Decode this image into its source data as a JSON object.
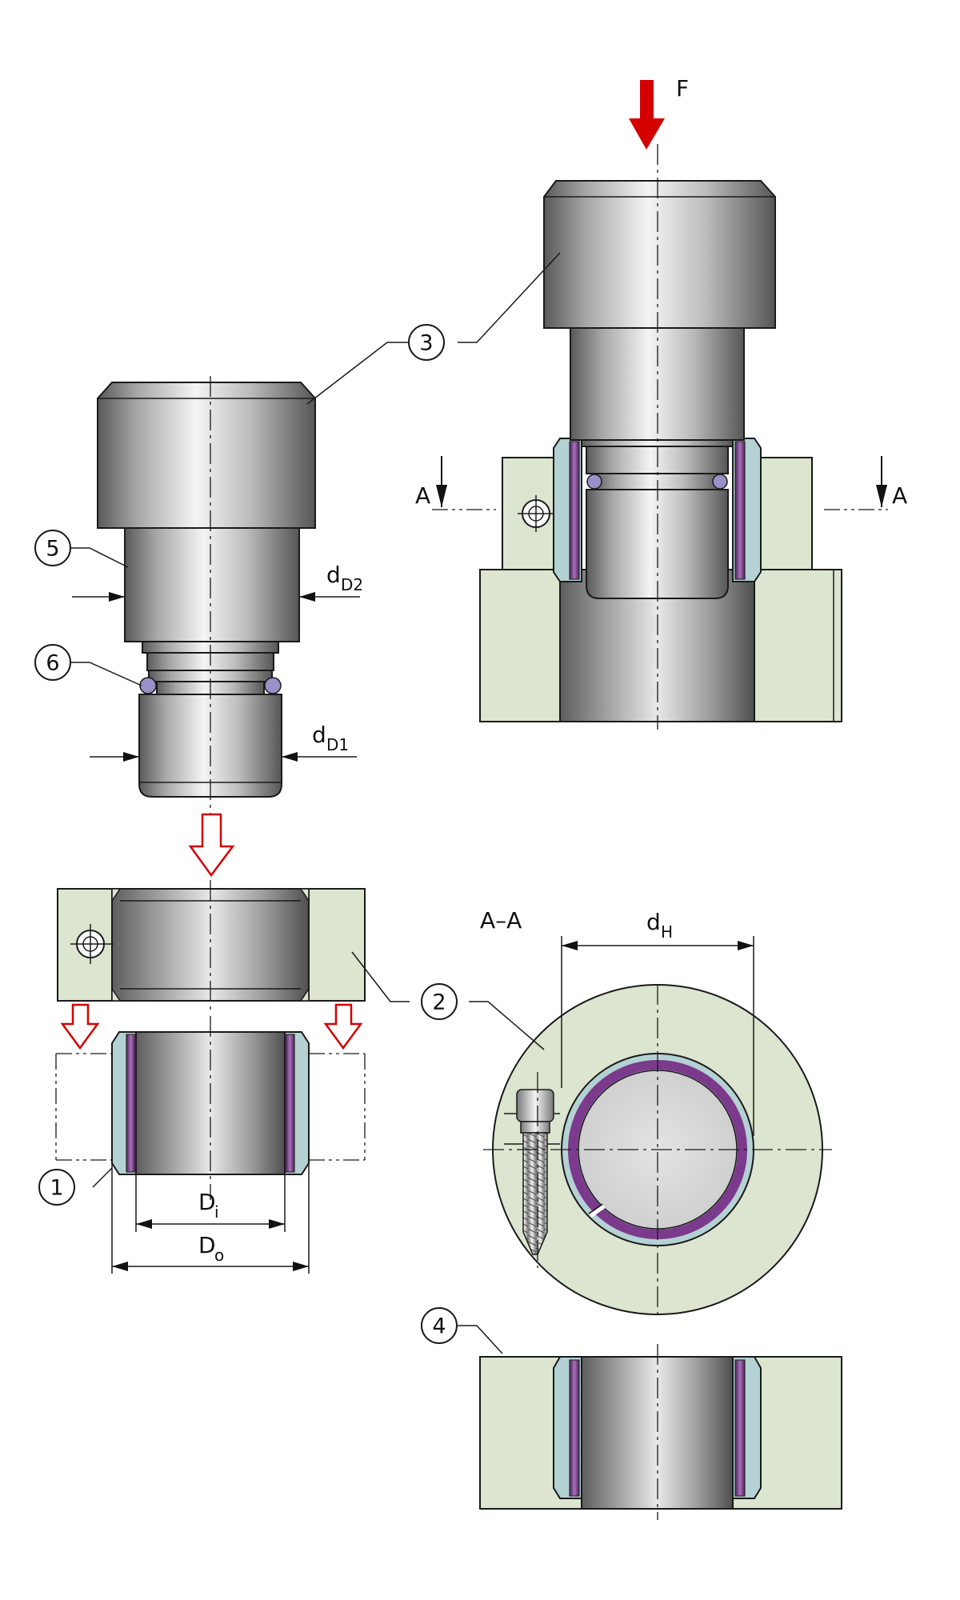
{
  "labels": {
    "force": "F",
    "section_marker": "A",
    "section_title": "A–A",
    "dH_main": "d",
    "dH_sub": "H",
    "dD1_main": "d",
    "dD1_sub": "D1",
    "dD2_main": "d",
    "dD2_sub": "D2",
    "Di_main": "D",
    "Di_sub": "i",
    "Do_main": "D",
    "Do_sub": "o"
  },
  "callouts": [
    "1",
    "2",
    "3",
    "4",
    "5",
    "6"
  ],
  "colors": {
    "force_arrow": "#d40000",
    "assembly_arrows": "#d40000",
    "housing_plate": "#dbe5cf",
    "bushing_ring": "#b4d1d3",
    "sliding_layer": "#7b3a8c",
    "o_ring": "#9b8fc8"
  },
  "icons": [
    "down-arrow-icon",
    "hollow-down-arrow-icon",
    "o-ring-icon",
    "socket-head-screw-icon",
    "dowel-pin-icon"
  ]
}
